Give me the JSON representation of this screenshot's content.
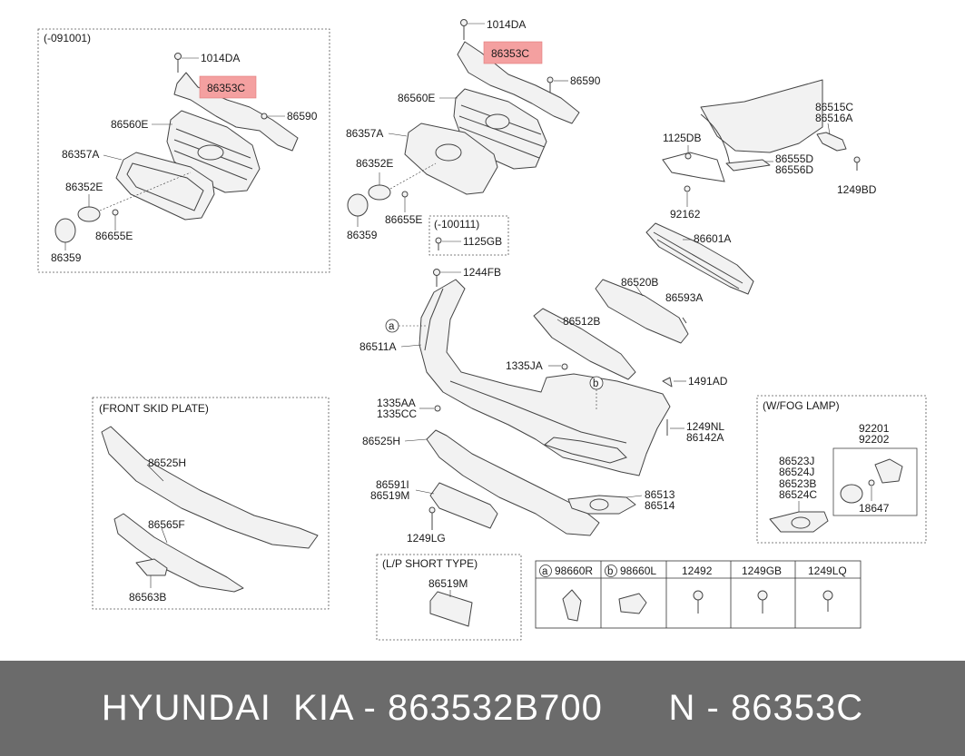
{
  "footer": {
    "brand": "HYUNDAI  KIA - 863532B700",
    "part": "N - 86353C"
  },
  "highlight_color": "#f4a0a0",
  "boxes": {
    "early": "(-091001)",
    "skid": "(FRONT SKID PLATE)",
    "fog": "(W/FOG LAMP)",
    "short": "(L/P SHORT TYPE)",
    "sub": "(-100111)"
  },
  "labels": {
    "e_1014DA": "1014DA",
    "e_86353C": "86353C",
    "e_86590": "86590",
    "e_86560E": "86560E",
    "e_86357A": "86357A",
    "e_86352E": "86352E",
    "e_86655E": "86655E",
    "e_86359": "86359",
    "m_1014DA": "1014DA",
    "m_86353C": "86353C",
    "m_86590": "86590",
    "m_86560E": "86560E",
    "m_86357A": "86357A",
    "m_86352E": "86352E",
    "m_86655E": "86655E",
    "m_86359": "86359",
    "m_1125GB": "1125GB",
    "r_86515C": "86515C",
    "r_86516A": "86516A",
    "r_1125DB": "1125DB",
    "r_86555D": "86555D",
    "r_86556D": "86556D",
    "r_1249BD": "1249BD",
    "r_92162": "92162",
    "r_86601A": "86601A",
    "r_86520B": "86520B",
    "r_86593A": "86593A",
    "r_86512B": "86512B",
    "b_1244FB": "1244FB",
    "b_a": "a",
    "b_86511A": "86511A",
    "b_1335JA": "1335JA",
    "b_b": "b",
    "b_1491AD": "1491AD",
    "b_1335AA": "1335AA",
    "b_1335CC": "1335CC",
    "b_1249NL": "1249NL",
    "b_86142A": "86142A",
    "b_86525H": "86525H",
    "b_86591I": "86591I",
    "b_86519M": "86519M",
    "b_86513": "86513",
    "b_86514": "86514",
    "b_1249LG": "1249LG",
    "s_86525H": "86525H",
    "s_86565F": "86565F",
    "s_86563B": "86563B",
    "f_92201": "92201",
    "f_92202": "92202",
    "f_86523J": "86523J",
    "f_86524J": "86524J",
    "f_86523B": "86523B",
    "f_86524C": "86524C",
    "f_18647": "18647",
    "p_86519M": "86519M"
  },
  "legend": [
    {
      "circle": "a",
      "code": "98660R"
    },
    {
      "circle": "b",
      "code": "98660L"
    },
    {
      "circle": "",
      "code": "12492"
    },
    {
      "circle": "",
      "code": "1249GB"
    },
    {
      "circle": "",
      "code": "1249LQ"
    }
  ]
}
